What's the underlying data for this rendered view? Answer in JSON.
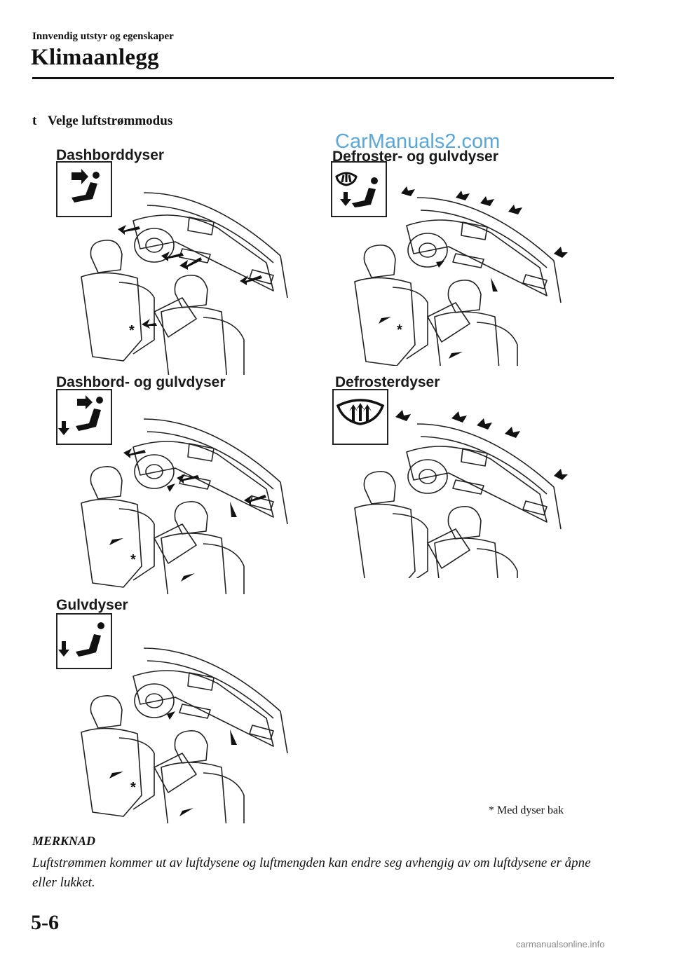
{
  "header": {
    "section": "Innvendig utstyr og egenskaper",
    "title": "Klimaanlegg"
  },
  "subheading": {
    "bullet": "t",
    "text": "Velge luftstrømmodus"
  },
  "watermark": "CarManuals2.com",
  "modes": [
    {
      "label": "Dashborddyser",
      "icon": "vent-face-icon"
    },
    {
      "label": "Defroster- og gulvdyser",
      "icon": "defrost-floor-icon"
    },
    {
      "label": "Dashbord- og gulvdyser",
      "icon": "face-floor-icon"
    },
    {
      "label": "Defrosterdyser",
      "icon": "windshield-defrost-icon"
    },
    {
      "label": "Gulvdyser",
      "icon": "floor-icon"
    }
  ],
  "asterisk": "*",
  "footnote": "* Med dyser bak",
  "note": {
    "heading": "MERKNAD",
    "body": "Luftstrømmen kommer ut av luftdysene og luftmengden kan endre seg avhengig av om luftdysene er åpne eller lukket."
  },
  "page_number": "5-6",
  "footer_watermark": "carmanualsonline.info",
  "colors": {
    "text": "#111111",
    "watermark": "#4a9fd4",
    "footer": "#8a8a8a"
  }
}
